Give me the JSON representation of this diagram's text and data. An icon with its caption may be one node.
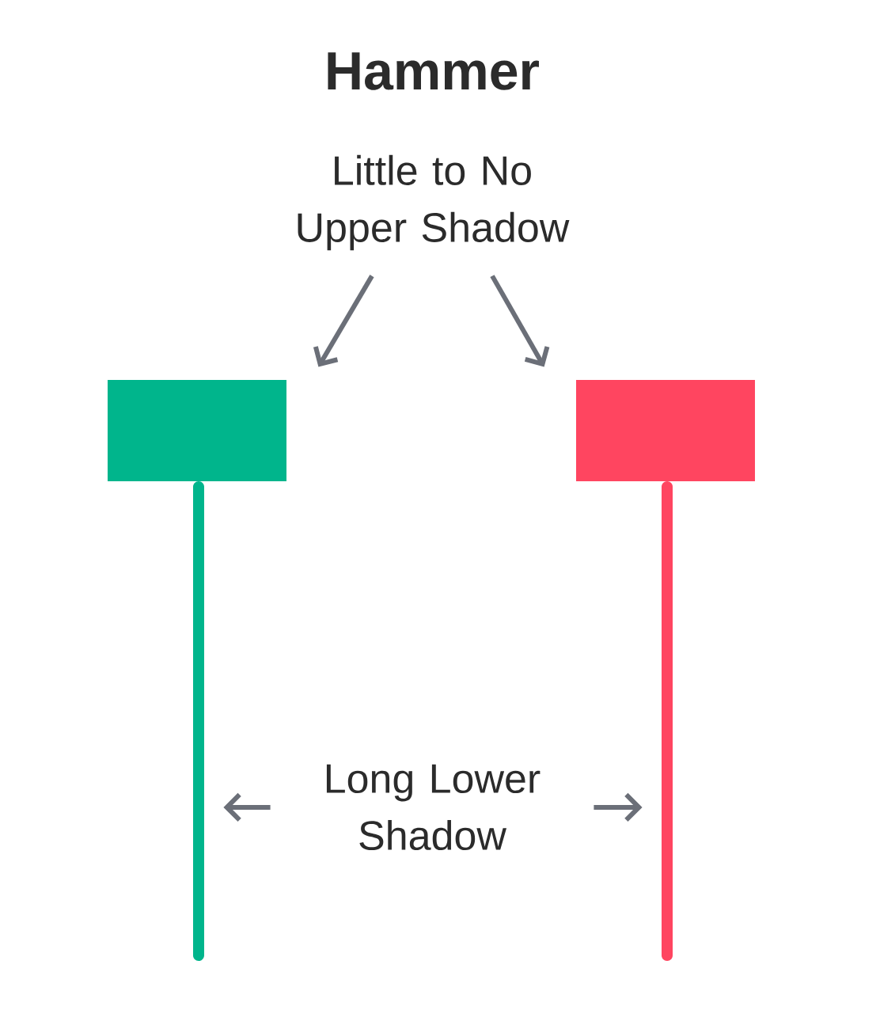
{
  "diagram": {
    "title": "Hammer",
    "nodes": [
      {
        "text": [
          "Little to No Upper Shadow"
        ]
      },
      {
        "text": [],
        "shape": "box"
      },
      {
        "text": [],
        "shape": "box"
      },
      {
        "text": [
          "Long Lower Shadow"
        ]
      },
      {
        "text": [],
        "shape": "bar"
      },
      {
        "text": [],
        "shape": "bar"
      }
    ],
    "edges": [
      {
        "from": 0,
        "to": 1,
        "arrow": "to"
      },
      {
        "from": 0,
        "to": 2,
        "arrow": "to"
      },
      {
        "from": 3,
        "to": 4,
        "arrow": "to"
      },
      {
        "from": 3,
        "to": 5,
        "arrow": "to"
      }
    ]
  }
}
